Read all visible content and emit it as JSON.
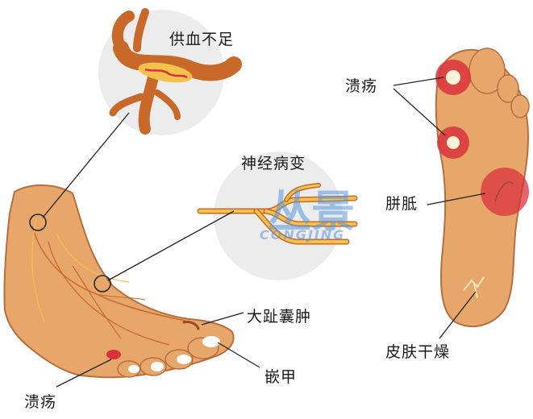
{
  "labels": {
    "ischemia": "供血不足",
    "neuropathy": "神经病变",
    "ulcer_sole": "溃疡",
    "callus": "胼胝",
    "bunion": "大趾囊肿",
    "ingrown_nail": "嵌甲",
    "dry_skin": "皮肤干燥",
    "ulcer_foot": "溃疡"
  },
  "watermark": {
    "main": "丛景",
    "sub": "CONGJING"
  },
  "colors": {
    "skin": "#e8a76a",
    "skin_outline": "#b86d3e",
    "vessel": "#c8692a",
    "nerve": "#f2c14e",
    "ulcer": "#d9323c",
    "bubble": "#ececec",
    "watermark": "#5a96dc"
  }
}
